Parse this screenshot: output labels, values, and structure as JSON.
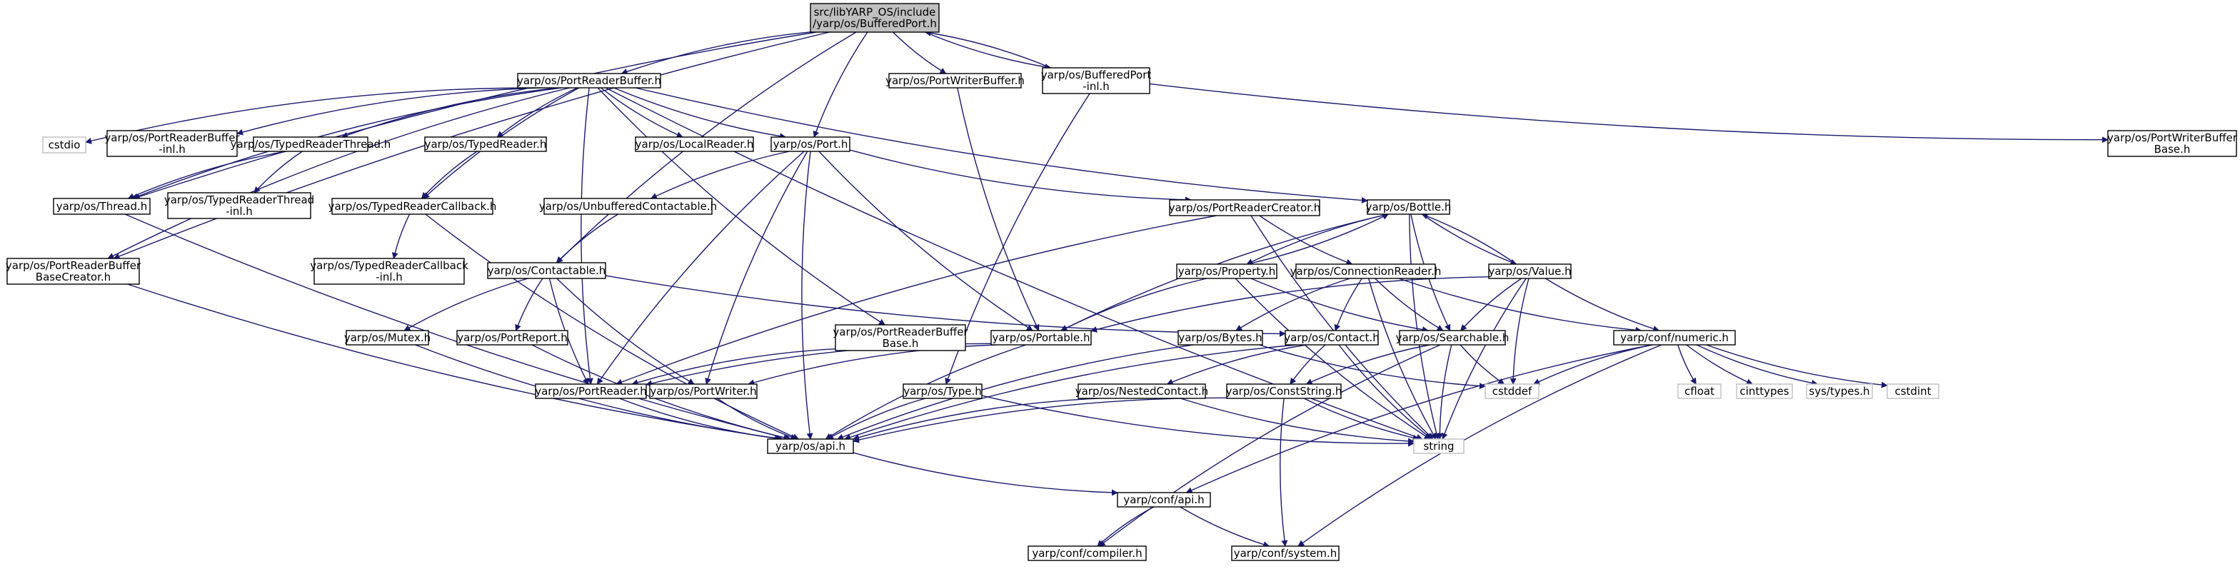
{
  "diagram": {
    "nodes": [
      {
        "id": "root",
        "lines": [
          "src/libYARP_OS/include",
          "/yarp/os/BufferedPort.h"
        ],
        "kind": "root"
      },
      {
        "id": "prb",
        "lines": [
          "yarp/os/PortReaderBuffer.h"
        ],
        "kind": "normal"
      },
      {
        "id": "pwb",
        "lines": [
          "yarp/os/PortWriterBuffer.h"
        ],
        "kind": "normal"
      },
      {
        "id": "bpinl",
        "lines": [
          "yarp/os/BufferedPort",
          "-inl.h"
        ],
        "kind": "normal"
      },
      {
        "id": "pwbb",
        "lines": [
          "yarp/os/PortWriterBuffer",
          "Base.h"
        ],
        "kind": "normal"
      },
      {
        "id": "cstdio",
        "lines": [
          "cstdio"
        ],
        "kind": "ext"
      },
      {
        "id": "prbinl",
        "lines": [
          "yarp/os/PortReaderBuffer",
          "-inl.h"
        ],
        "kind": "normal"
      },
      {
        "id": "trt",
        "lines": [
          "yarp/os/TypedReaderThread.h"
        ],
        "kind": "normal"
      },
      {
        "id": "tr",
        "lines": [
          "yarp/os/TypedReader.h"
        ],
        "kind": "normal"
      },
      {
        "id": "lr",
        "lines": [
          "yarp/os/LocalReader.h"
        ],
        "kind": "normal"
      },
      {
        "id": "port",
        "lines": [
          "yarp/os/Port.h"
        ],
        "kind": "normal"
      },
      {
        "id": "thread",
        "lines": [
          "yarp/os/Thread.h"
        ],
        "kind": "normal"
      },
      {
        "id": "trtinl",
        "lines": [
          "yarp/os/TypedReaderThread",
          "-inl.h"
        ],
        "kind": "normal"
      },
      {
        "id": "trc",
        "lines": [
          "yarp/os/TypedReaderCallback.h"
        ],
        "kind": "normal"
      },
      {
        "id": "uc",
        "lines": [
          "yarp/os/UnbufferedContactable.h"
        ],
        "kind": "normal"
      },
      {
        "id": "prc",
        "lines": [
          "yarp/os/PortReaderCreator.h"
        ],
        "kind": "normal"
      },
      {
        "id": "bottle",
        "lines": [
          "yarp/os/Bottle.h"
        ],
        "kind": "normal"
      },
      {
        "id": "prbbc",
        "lines": [
          "yarp/os/PortReaderBuffer",
          "BaseCreator.h"
        ],
        "kind": "normal"
      },
      {
        "id": "trcinl",
        "lines": [
          "yarp/os/TypedReaderCallback",
          "-inl.h"
        ],
        "kind": "normal"
      },
      {
        "id": "contactable",
        "lines": [
          "yarp/os/Contactable.h"
        ],
        "kind": "normal"
      },
      {
        "id": "property",
        "lines": [
          "yarp/os/Property.h"
        ],
        "kind": "normal"
      },
      {
        "id": "cr",
        "lines": [
          "yarp/os/ConnectionReader.h"
        ],
        "kind": "normal"
      },
      {
        "id": "value",
        "lines": [
          "yarp/os/Value.h"
        ],
        "kind": "normal"
      },
      {
        "id": "mutex",
        "lines": [
          "yarp/os/Mutex.h"
        ],
        "kind": "normal"
      },
      {
        "id": "preport",
        "lines": [
          "yarp/os/PortReport.h"
        ],
        "kind": "normal"
      },
      {
        "id": "prbb",
        "lines": [
          "yarp/os/PortReaderBuffer",
          "Base.h"
        ],
        "kind": "normal"
      },
      {
        "id": "portable",
        "lines": [
          "yarp/os/Portable.h"
        ],
        "kind": "normal"
      },
      {
        "id": "bytes",
        "lines": [
          "yarp/os/Bytes.h"
        ],
        "kind": "normal"
      },
      {
        "id": "contact",
        "lines": [
          "yarp/os/Contact.h"
        ],
        "kind": "normal"
      },
      {
        "id": "searchable",
        "lines": [
          "yarp/os/Searchable.h"
        ],
        "kind": "normal"
      },
      {
        "id": "numeric",
        "lines": [
          "yarp/conf/numeric.h"
        ],
        "kind": "normal"
      },
      {
        "id": "preader",
        "lines": [
          "yarp/os/PortReader.h"
        ],
        "kind": "normal"
      },
      {
        "id": "pwriter",
        "lines": [
          "yarp/os/PortWriter.h"
        ],
        "kind": "normal"
      },
      {
        "id": "type",
        "lines": [
          "yarp/os/Type.h"
        ],
        "kind": "normal"
      },
      {
        "id": "nc",
        "lines": [
          "yarp/os/NestedContact.h"
        ],
        "kind": "normal"
      },
      {
        "id": "cs",
        "lines": [
          "yarp/os/ConstString.h"
        ],
        "kind": "normal"
      },
      {
        "id": "cstddef",
        "lines": [
          "cstddef"
        ],
        "kind": "ext"
      },
      {
        "id": "cfloat",
        "lines": [
          "cfloat"
        ],
        "kind": "ext"
      },
      {
        "id": "cinttypes",
        "lines": [
          "cinttypes"
        ],
        "kind": "ext"
      },
      {
        "id": "systypes",
        "lines": [
          "sys/types.h"
        ],
        "kind": "ext"
      },
      {
        "id": "cstdint",
        "lines": [
          "cstdint"
        ],
        "kind": "ext"
      },
      {
        "id": "api",
        "lines": [
          "yarp/os/api.h"
        ],
        "kind": "normal"
      },
      {
        "id": "string",
        "lines": [
          "string"
        ],
        "kind": "ext"
      },
      {
        "id": "confapi",
        "lines": [
          "yarp/conf/api.h"
        ],
        "kind": "normal"
      },
      {
        "id": "compiler",
        "lines": [
          "yarp/conf/compiler.h"
        ],
        "kind": "normal"
      },
      {
        "id": "system",
        "lines": [
          "yarp/conf/system.h"
        ],
        "kind": "normal"
      }
    ]
  },
  "colors": {
    "edge": "#191970",
    "box_border": "#000000",
    "ext_border": "#bfbfbf",
    "root_fill": "#bfbfbf",
    "background": "#ffffff"
  }
}
